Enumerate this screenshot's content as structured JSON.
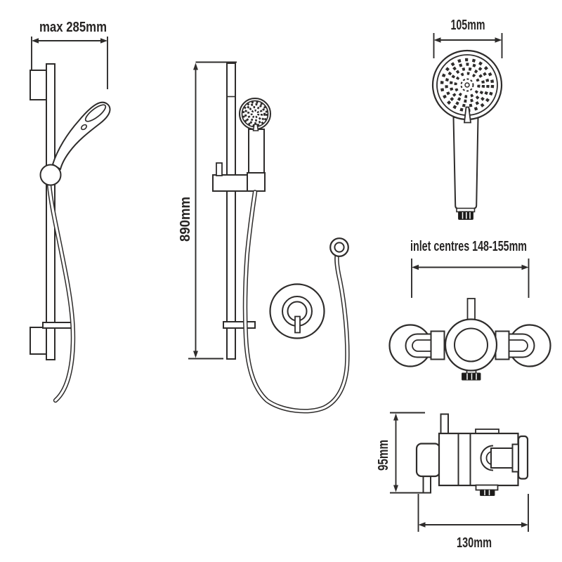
{
  "colors": {
    "background": "#ffffff",
    "line": "#2e2c2b",
    "dark_fill": "#1c1b1a",
    "text": "#262423"
  },
  "labels": {
    "rail_max_width": "max 285mm",
    "rail_height": "890mm",
    "handset_diameter": "105mm",
    "valve_inlet_centres": "inlet centres 148-155mm",
    "valve_height": "95mm",
    "valve_width": "130mm"
  }
}
